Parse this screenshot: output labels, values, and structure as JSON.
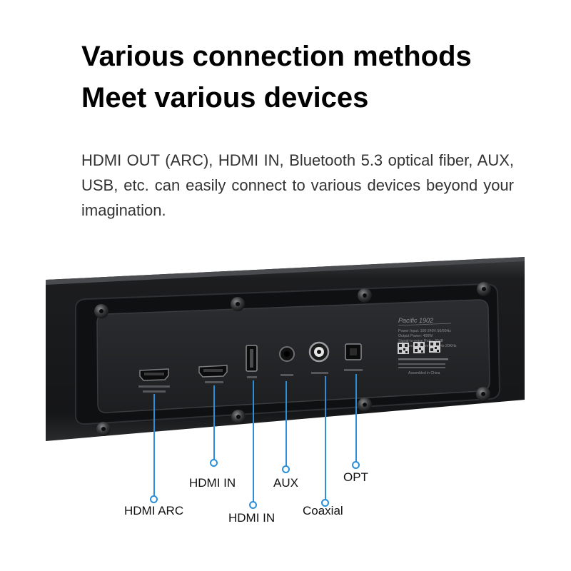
{
  "headline": {
    "line1": "Various connection methods",
    "line2": "Meet various devices"
  },
  "description": "HDMI OUT (ARC), HDMI IN, Bluetooth 5.3 optical fiber, AUX, USB, etc. can easily connect to various devices beyond your imagination.",
  "colors": {
    "accent_line": "#2a8fd8",
    "device_body": "#1a1b1d",
    "panel": "#222326"
  },
  "panel_print": {
    "model": "Pacific 1902",
    "spec_1": "Power Input: 100-240V 50/60Hz",
    "spec_2": "Output Power: 400W",
    "spec_3": "Signal-to-noise Ratio: 80dB",
    "spec_4": "Frequency Response: 70Hz-20KHz",
    "made_in": "Assembled in China"
  },
  "port_labels": {
    "hdmi_arc": "HDMI ARC",
    "hdmi_in_1": "HDMI IN",
    "hdmi_in_2": "HDMI IN",
    "aux": "AUX",
    "coaxial": "Coaxial",
    "opt": "OPT"
  },
  "port_icons": [
    "hdmi-port-icon",
    "hdmi-port-icon",
    "usb-port-icon",
    "aux-jack-icon",
    "coaxial-jack-icon",
    "optical-port-icon",
    "qr-code-icon"
  ]
}
